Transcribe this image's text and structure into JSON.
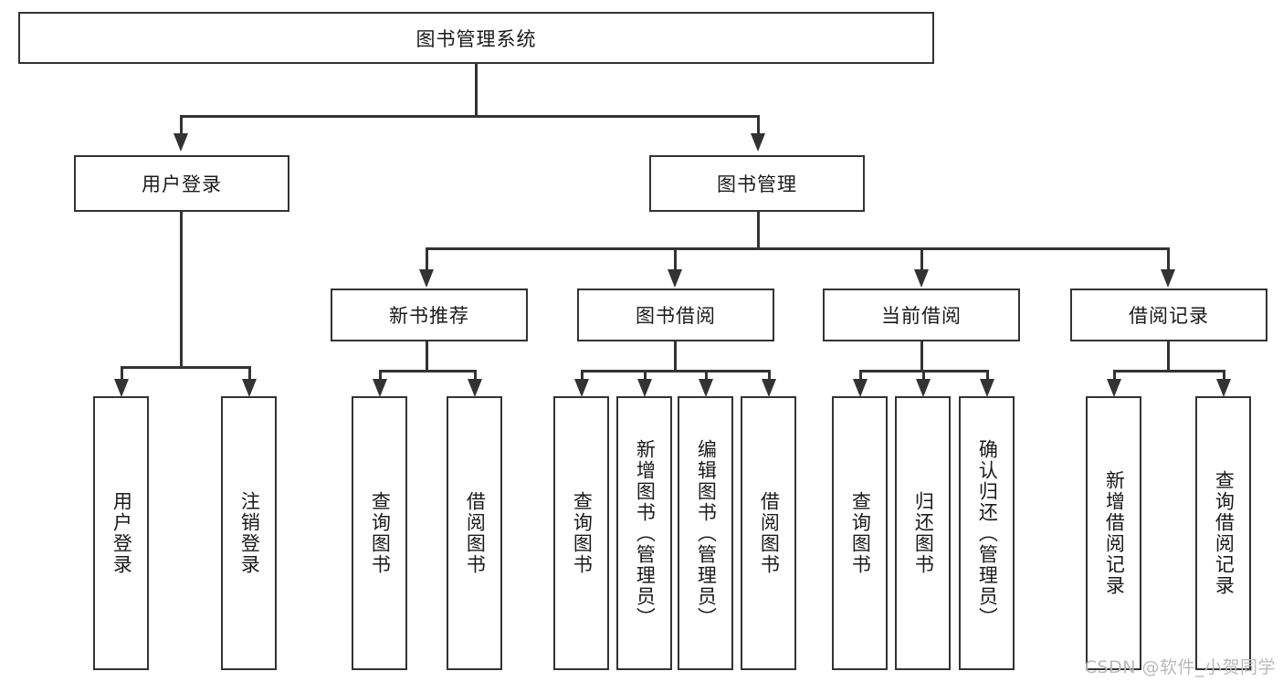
{
  "diagram": {
    "title_node": {
      "label": "图书管理系统"
    },
    "level2": [
      {
        "id": "user-login",
        "label": "用户登录"
      },
      {
        "id": "book-management",
        "label": "图书管理"
      }
    ],
    "level3": [
      {
        "id": "new-book-recommend",
        "label": "新书推荐"
      },
      {
        "id": "book-borrow",
        "label": "图书借阅"
      },
      {
        "id": "current-borrow",
        "label": "当前借阅"
      },
      {
        "id": "borrow-record",
        "label": "借阅记录"
      }
    ],
    "leaves": {
      "user_login": [
        {
          "id": "leaf-user-login",
          "label": "用户登录"
        },
        {
          "id": "leaf-logout-login",
          "label": "注销登录"
        }
      ],
      "new_book_recommend": [
        {
          "id": "leaf-query-book-1",
          "label": "查询图书"
        },
        {
          "id": "leaf-borrow-book-1",
          "label": "借阅图书"
        }
      ],
      "book_borrow": [
        {
          "id": "leaf-query-book-2",
          "label": "查询图书"
        },
        {
          "id": "leaf-add-book",
          "label": "新增图书（管理员）"
        },
        {
          "id": "leaf-edit-book",
          "label": "编辑图书（管理员）"
        },
        {
          "id": "leaf-borrow-book-2",
          "label": "借阅图书"
        }
      ],
      "current_borrow": [
        {
          "id": "leaf-query-book-3",
          "label": "查询图书"
        },
        {
          "id": "leaf-return-book",
          "label": "归还图书"
        },
        {
          "id": "leaf-confirm-return",
          "label": "确认归还（管理员）"
        }
      ],
      "borrow_record": [
        {
          "id": "leaf-add-record",
          "label": "新增借阅记录"
        },
        {
          "id": "leaf-query-record",
          "label": "查询借阅记录"
        }
      ]
    }
  },
  "watermark": {
    "text": "CSDN @软件_小贺同学"
  },
  "colors": {
    "stroke": "#333333",
    "text": "#1a1a1a",
    "background": "#ffffff",
    "watermark": "#b9b9b9"
  }
}
